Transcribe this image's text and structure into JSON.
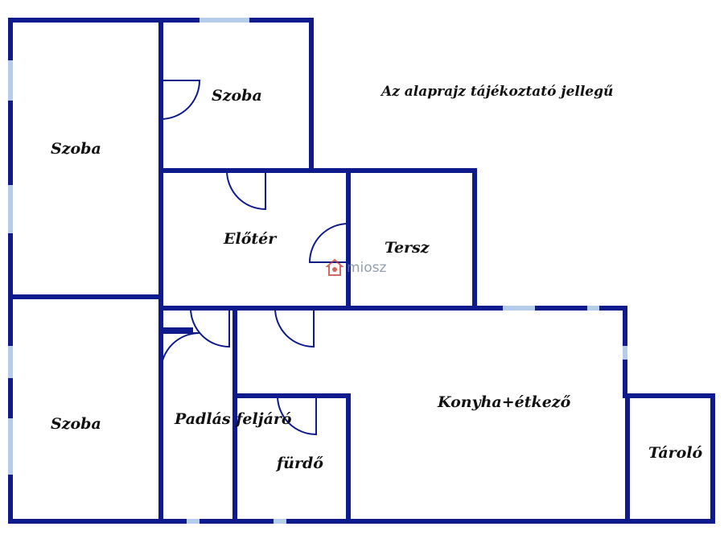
{
  "note": "Az alaprajz tájékoztató jellegű",
  "rooms": {
    "szoba_top_left": "Szoba",
    "szoba_top_middle": "Szoba",
    "szoba_bottom_left": "Szoba",
    "eloter": "Előtér",
    "tersz": "Tersz",
    "padlas": "Padlás feljáró",
    "konyha": "Konyha+étkező",
    "furdo": "fürdő",
    "tarolo": "Tároló"
  },
  "watermark": "miosz",
  "colors": {
    "wall": "#0f1b8c",
    "window": "#b5cdea",
    "watermark": "#c0392b"
  }
}
